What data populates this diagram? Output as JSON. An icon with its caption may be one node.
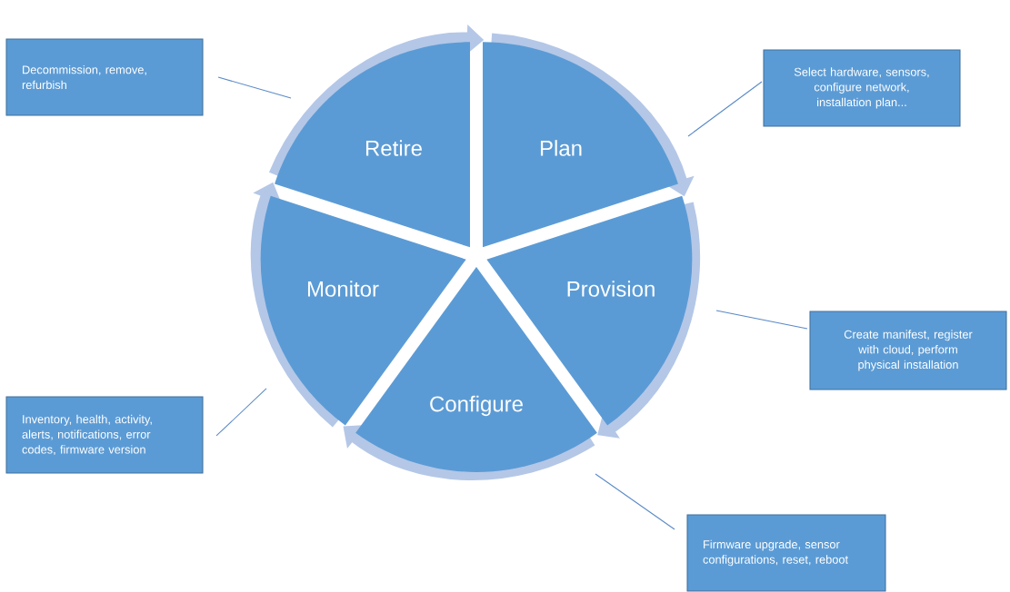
{
  "diagram": {
    "nodes": [
      {
        "text": [
          "Plan"
        ]
      },
      {
        "text": [
          "Provision"
        ]
      },
      {
        "text": [
          "Configure"
        ]
      },
      {
        "text": [
          "Monitor"
        ]
      },
      {
        "text": [
          "Retire"
        ]
      },
      {
        "text": [
          "Decommission, remove, refurbish"
        ]
      },
      {
        "text": [
          "Select hardware, sensors, configure network, installation plan..."
        ]
      },
      {
        "text": [
          "Create manifest, register with cloud, perform physical installation"
        ]
      },
      {
        "text": [
          "Inventory, health, activity, alerts, notifications, error codes, firmware version"
        ]
      },
      {
        "text": [
          "Firmware upgrade, sensor configurations, reset, reboot"
        ]
      }
    ],
    "edges": [
      {
        "from": 4,
        "to": 0,
        "arrow": "to",
        "style": "thick",
        "color": "#b4c7e7"
      },
      {
        "from": 0,
        "to": 1,
        "arrow": "to",
        "style": "thick",
        "color": "#b4c7e7"
      },
      {
        "from": 1,
        "to": 2,
        "arrow": "to",
        "style": "thick",
        "color": "#b4c7e7"
      },
      {
        "from": 2,
        "to": 3,
        "arrow": "to",
        "style": "thick",
        "color": "#b4c7e7"
      },
      {
        "from": 3,
        "to": 4,
        "arrow": "to",
        "style": "thick",
        "color": "#b4c7e7"
      },
      {
        "from": 5,
        "to": 4,
        "arrow": "none"
      },
      {
        "from": 6,
        "to": 0,
        "arrow": "none"
      },
      {
        "from": 7,
        "to": 1,
        "arrow": "none"
      },
      {
        "from": 8,
        "to": 3,
        "arrow": "none"
      },
      {
        "from": 9,
        "to": 2,
        "arrow": "none"
      }
    ]
  }
}
